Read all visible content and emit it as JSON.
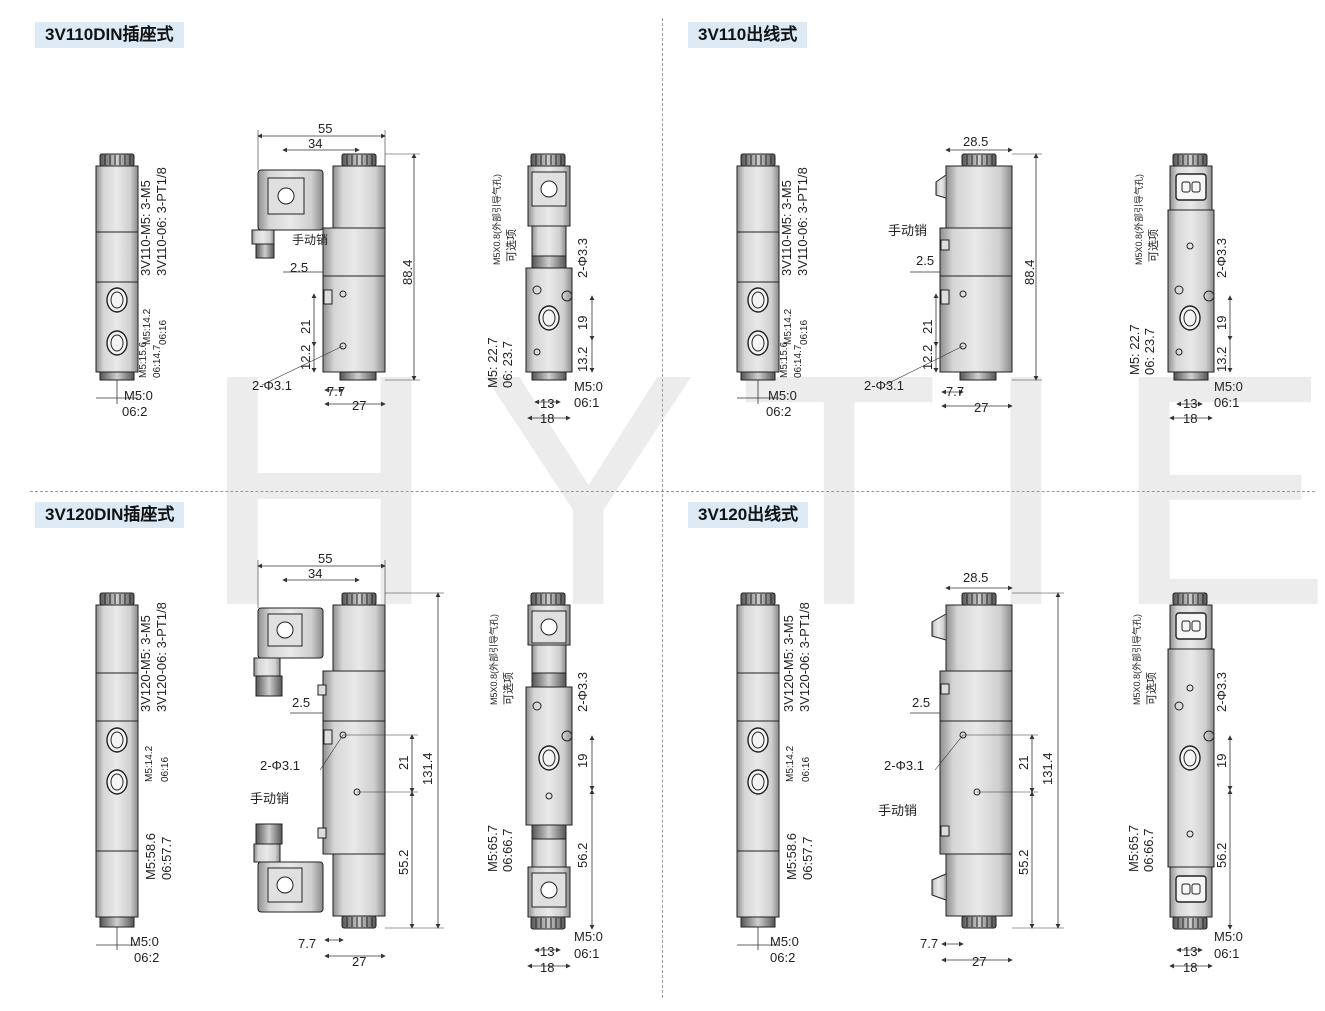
{
  "watermark": "HYTIE",
  "sections": {
    "q1": {
      "title": "3V110DIN插座式"
    },
    "q2": {
      "title": "3V110出线式"
    },
    "q3": {
      "title": "3V120DIN插座式"
    },
    "q4": {
      "title": "3V120出线式"
    }
  },
  "labels": {
    "port_110_m5": "3V110-M5: 3-M5",
    "port_110_06": "3V110-06: 3-PT1/8",
    "port_120_m5": "3V120-M5: 3-M5",
    "port_120_06": "3V120-06: 3-PT1/8",
    "m5_0": "M5:0",
    "d06_2": "06:2",
    "d06_1": "06:1",
    "m5_142": "M5:14.2",
    "d06_16": "06:16",
    "m5_156": "M5:15.6",
    "d06_147": "06:14.7",
    "m5_586": "M5:58.6",
    "d06_577": "06:57.7",
    "m5_657": "M5:65.7",
    "d06_667": "06:66.7",
    "m5_227": "M5: 22.7",
    "d06_237": "06: 23.7",
    "exhaust": "M5X0.8(外部引导气孔)",
    "optional": "可选项",
    "manual": "手动销",
    "phi31": "2-Φ3.1",
    "phi33": "2-Φ3.3",
    "d55": "55",
    "d34": "34",
    "d285": "28.5",
    "d25": "2.5",
    "d884": "88.4",
    "d1314": "131.4",
    "d21": "21",
    "d122": "12.2",
    "d77": "7.7",
    "d27": "27",
    "d552": "55.2",
    "d19": "19",
    "d132": "13.2",
    "d562": "56.2",
    "d13": "13",
    "d18": "18"
  }
}
